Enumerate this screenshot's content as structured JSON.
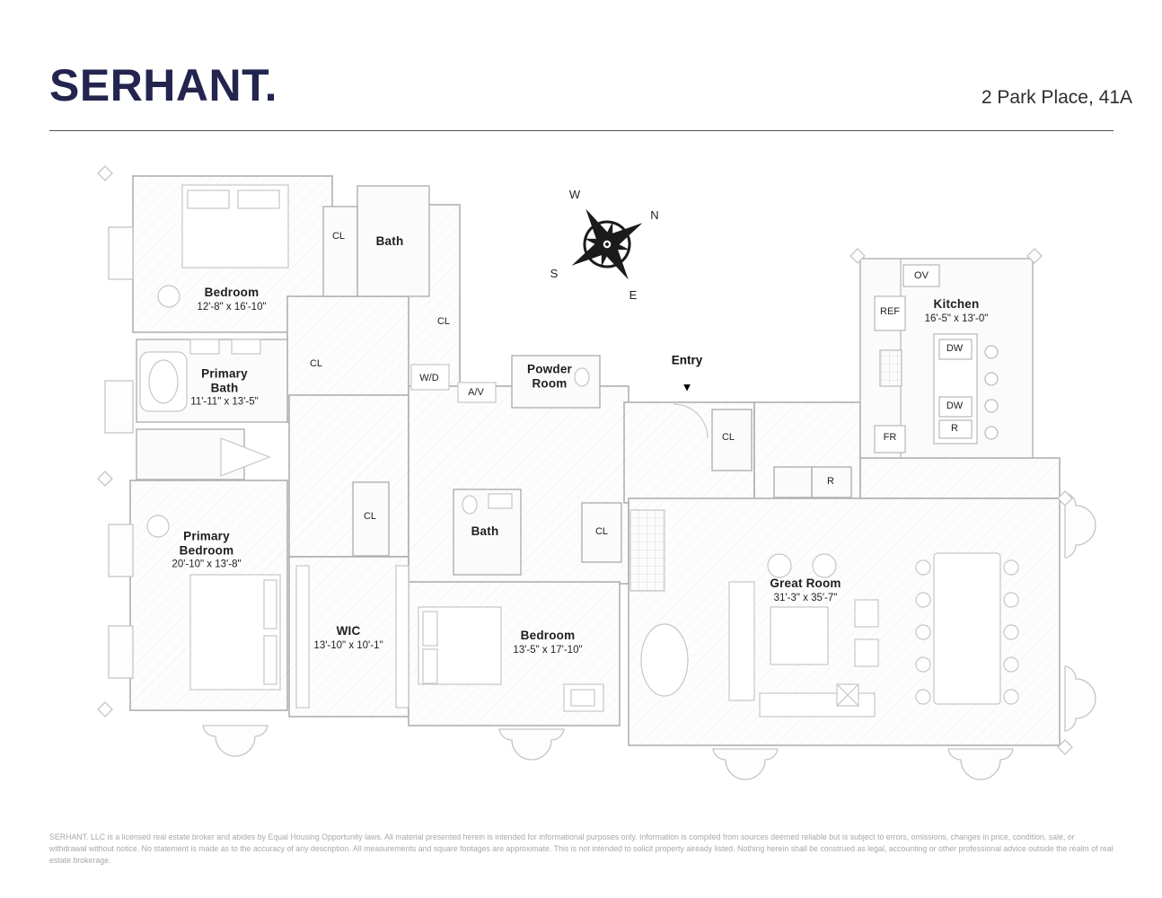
{
  "header": {
    "logo": "SERHANT.",
    "address": "2 Park Place, 41A"
  },
  "compass": {
    "n": "N",
    "e": "E",
    "s": "S",
    "w": "W"
  },
  "entry": {
    "label": "Entry",
    "arrow": "▼"
  },
  "rooms": {
    "bedroom_tl": {
      "name": "Bedroom",
      "dims": "12'-8\" x 16'-10\""
    },
    "bath_top": {
      "name": "Bath"
    },
    "primary_bath": {
      "name": "Primary Bath",
      "dims": "11'-11\" x 13'-5\""
    },
    "powder_room": {
      "name": "Powder Room"
    },
    "kitchen": {
      "name": "Kitchen",
      "dims": "16'-5\" x 13'-0\""
    },
    "primary_bedroom": {
      "name": "Primary Bedroom",
      "dims": "20'-10\" x 13'-8\""
    },
    "wic": {
      "name": "WIC",
      "dims": "13'-10\" x 10'-1\""
    },
    "bath_mid": {
      "name": "Bath"
    },
    "bedroom_b": {
      "name": "Bedroom",
      "dims": "13'-5\" x 17'-10\""
    },
    "great_room": {
      "name": "Great Room",
      "dims": "31'-3\" x 35'-7\""
    }
  },
  "fixtures": {
    "cl1": "CL",
    "cl2": "CL",
    "cl3": "CL",
    "cl4": "CL",
    "cl5": "CL",
    "cl6": "CL",
    "wd": "W/D",
    "av": "A/V",
    "ov": "OV",
    "ref": "REF",
    "dw1": "DW",
    "dw2": "DW",
    "r1": "R",
    "fr": "FR",
    "r2": "R"
  },
  "colors": {
    "brand_navy": "#23254f",
    "wall_gray": "#b0b0b0",
    "label_text": "#1e1e1e",
    "disclaimer_gray": "#a8a8a8"
  },
  "footer": {
    "disclaimer": "SERHANT. LLC is a licensed real estate broker and abides by Equal Housing Opportunity laws. All material presented herein is intended for informational purposes only. Information is compiled from sources deemed reliable but is subject to errors, omissions, changes in price, condition, sale, or withdrawal without notice. No statement is made as to the accuracy of any description. All measurements and square footages are approximate. This is not intended to solicit property already listed. Nothing herein shall be construed as legal, accounting or other professional advice outside the realm of real estate brokerage."
  }
}
